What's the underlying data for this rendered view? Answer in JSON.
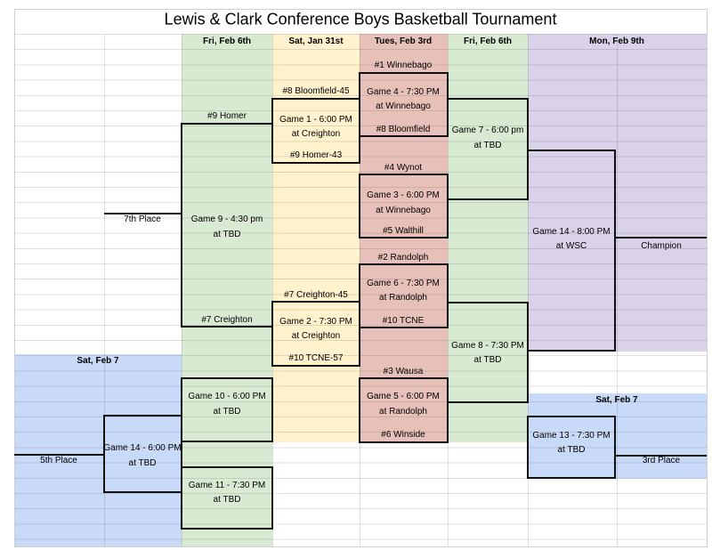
{
  "title": "Lewis & Clark Conference Boys Basketball Tournament",
  "colors": {
    "green": "#d9ead3",
    "yellow": "#fff2cc",
    "red": "#e7c1b9",
    "purple": "#d9d2e9",
    "blue": "#c9daf8",
    "bracket_line": "#111111"
  },
  "date_headers": {
    "round1_col": "Sat, Jan 31st",
    "quarterfinal_col": "Tues, Feb 3rd",
    "semifinal_col": "Fri, Feb 6th",
    "consolation_col": "Fri, Feb 6th",
    "final_col": "Mon, Feb 9th",
    "blue_left": "Sat, Feb 7",
    "blue_right": "Sat, Feb 7"
  },
  "round1": {
    "homer_seed": "#9 Homer",
    "creighton_seed": "#7 Creighton",
    "bloomfield45": "#8 Bloomfield-45",
    "game1_time": "Game 1 - 6:00 PM",
    "game1_loc": "at Creighton",
    "homer43": "#9 Homer-43",
    "creighton45": "#7 Creighton-45",
    "game2_time": "Game 2 - 7:30 PM",
    "game2_loc": "at Creighton",
    "tcne57": "#10 TCNE-57"
  },
  "quarterfinals": {
    "winnebago": "#1 Winnebago",
    "game4_time": "Game 4 - 7:30 PM",
    "game4_loc": "at Winnebago",
    "bloomfield": "#8 Bloomfield",
    "wynot": "#4 Wynot",
    "game3_time": "Game 3 - 6:00 PM",
    "game3_loc": "at Winnebago",
    "walthill": "#5 Walthill",
    "randolph": "#2 Randolph",
    "game6_time": "Game 6 - 7:30 PM",
    "game6_loc": "at Randolph",
    "tcne": "#10 TCNE",
    "wausa": "#3 Wausa",
    "game5_time": "Game 5 - 6:00 PM",
    "game5_loc": "at Randolph",
    "winside": "#6 Winside"
  },
  "semifinals": {
    "game7_time": "Game 7 - 6:00 pm",
    "game7_loc": "at TBD",
    "game8_time": "Game 8 - 7:30 PM",
    "game8_loc": "at TBD"
  },
  "championship": {
    "game14_time": "Game 14 - 8:00 PM",
    "game14_loc": "at WSC",
    "champion": "Champion"
  },
  "consolation": {
    "game9_time": "Game 9 - 4:30 pm",
    "game9_loc": "at TBD",
    "seventh_place": "7th Place",
    "game10_time": "Game 10 - 6:00 PM",
    "game10_loc": "at TBD",
    "game11_time": "Game 11 - 7:30 PM",
    "game11_loc": "at TBD",
    "fifth_game_time": "Game 14 - 6:00 PM",
    "fifth_game_loc": "at TBD",
    "fifth_place": "5th Place",
    "game13_time": "Game 13 - 7:30 PM",
    "game13_loc": "at TBD",
    "third_place": "3rd Place"
  }
}
